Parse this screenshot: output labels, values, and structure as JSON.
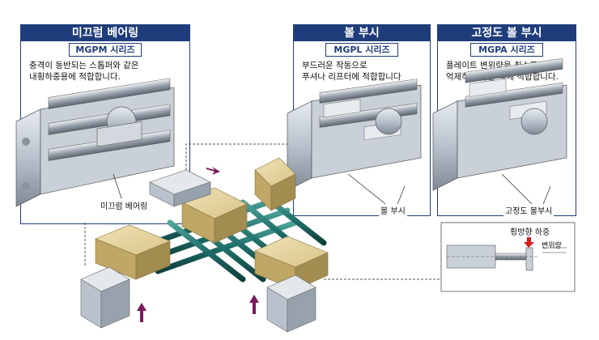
{
  "panels": {
    "mgpm": {
      "title": "미끄럼 베어링",
      "series": "MGPM 시리즈",
      "desc": "충격이 동반되는 스톱퍼와 같은\n내횡하중용에 적합합니다.",
      "callout": "미끄럼 베어링"
    },
    "mgpl": {
      "title": "볼 부시",
      "series": "MGPL 시리즈",
      "desc": "부드러운 작동으로\n푸셔나 리프터에 적합합니다",
      "callout": "볼 부시"
    },
    "mgpa": {
      "title": "고정도 볼 부시",
      "series": "MGPA 시리즈",
      "desc": "플레이트 변위량을 최소로\n억제하고 싶을 때에 적합합니다.",
      "callout": "고정도 볼부시"
    }
  },
  "inset": {
    "load_label": "횡방향 하중",
    "disp_label": "변위량"
  },
  "colors": {
    "navy": "#1f3d7a",
    "box": "#d9c48a",
    "conveyor": "#1f6f6a",
    "metal": "#b9c2cc",
    "arrow": "#7a1a5c"
  }
}
